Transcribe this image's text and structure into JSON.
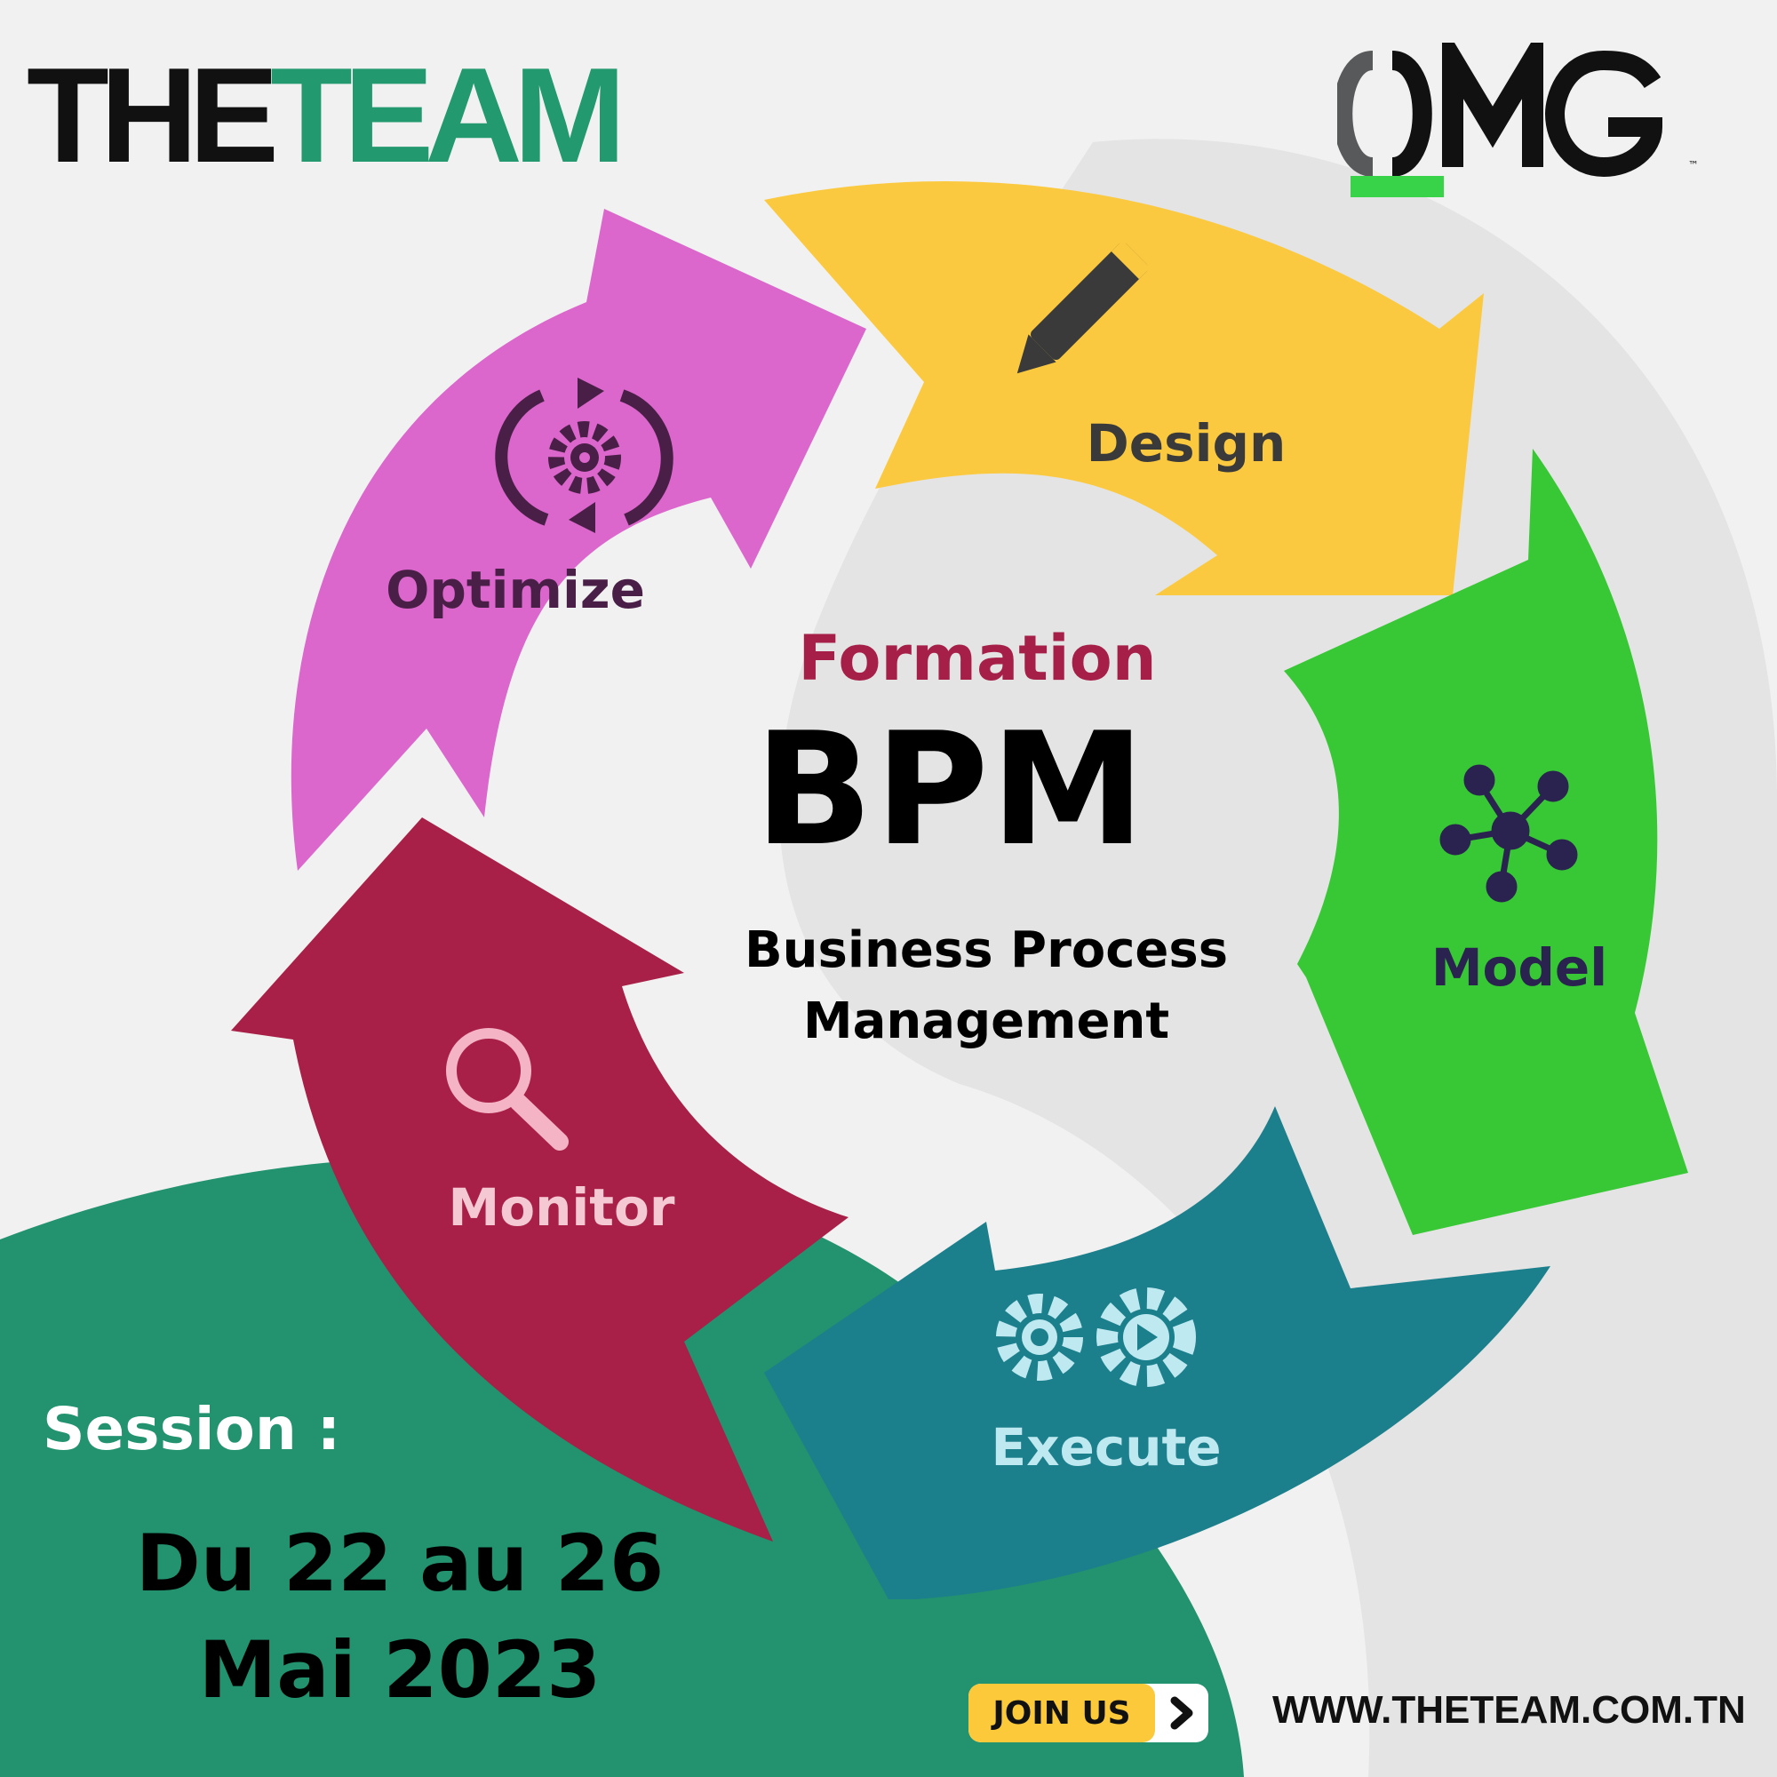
{
  "brand": {
    "theteam_part1": "THE",
    "theteam_part2": "TEAM",
    "omg_logo": "OMG"
  },
  "colors": {
    "design": "#fbc940",
    "model": "#38c735",
    "execute": "#1c7f8c",
    "monitor": "#a82047",
    "optimize": "#db67cc",
    "green_bg": "#22926f",
    "formation_text": "#a51f48"
  },
  "cycle": {
    "design": {
      "label": "Design",
      "icon": "pencil-icon"
    },
    "model": {
      "label": "Model",
      "icon": "network-nodes-icon"
    },
    "execute": {
      "label": "Execute",
      "icon": "gears-play-icon"
    },
    "monitor": {
      "label": "Monitor",
      "icon": "magnifier-icon"
    },
    "optimize": {
      "label": "Optimize",
      "icon": "gear-cycle-icon"
    }
  },
  "center": {
    "formation": "Formation",
    "title": "BPM",
    "subtitle_line1": "Business Process",
    "subtitle_line2": "Management"
  },
  "session": {
    "label": "Session :",
    "dates_line1": "Du 22 au 26",
    "dates_line2": "Mai 2023"
  },
  "footer": {
    "join_label": "JOIN US",
    "website": "WWW.THETEAM.COM.TN"
  }
}
